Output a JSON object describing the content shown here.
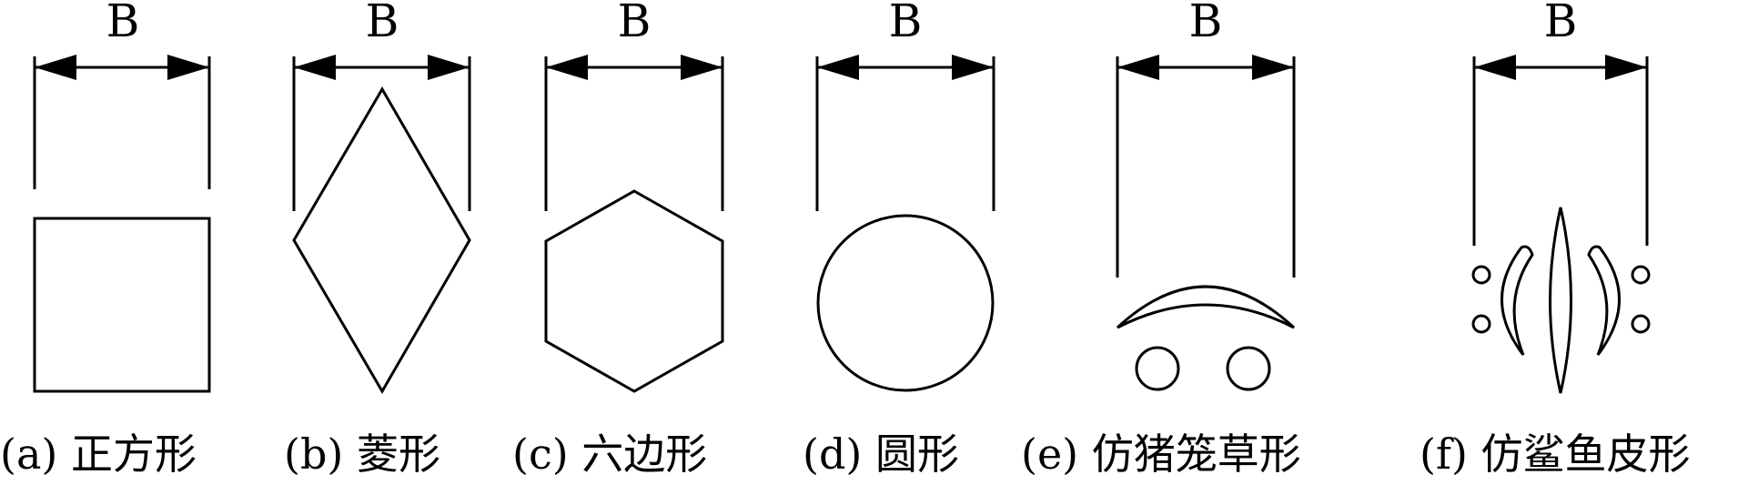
{
  "figure": {
    "dimension_label": "B",
    "panels": [
      {
        "id": "a",
        "shape": "square",
        "caption": "(a) 正方形"
      },
      {
        "id": "b",
        "shape": "rhombus",
        "caption": "(b) 菱形"
      },
      {
        "id": "c",
        "shape": "hexagon",
        "caption": "(c) 六边形"
      },
      {
        "id": "d",
        "shape": "circle",
        "caption": "(d) 圆形"
      },
      {
        "id": "e",
        "shape": "pig-cage-grass",
        "caption": "(e) 仿猪笼草形"
      },
      {
        "id": "f",
        "shape": "shark-skin",
        "caption": "(f) 仿鲨鱼皮形"
      }
    ],
    "colors": {
      "line": "#000000",
      "background": "#ffffff"
    }
  }
}
